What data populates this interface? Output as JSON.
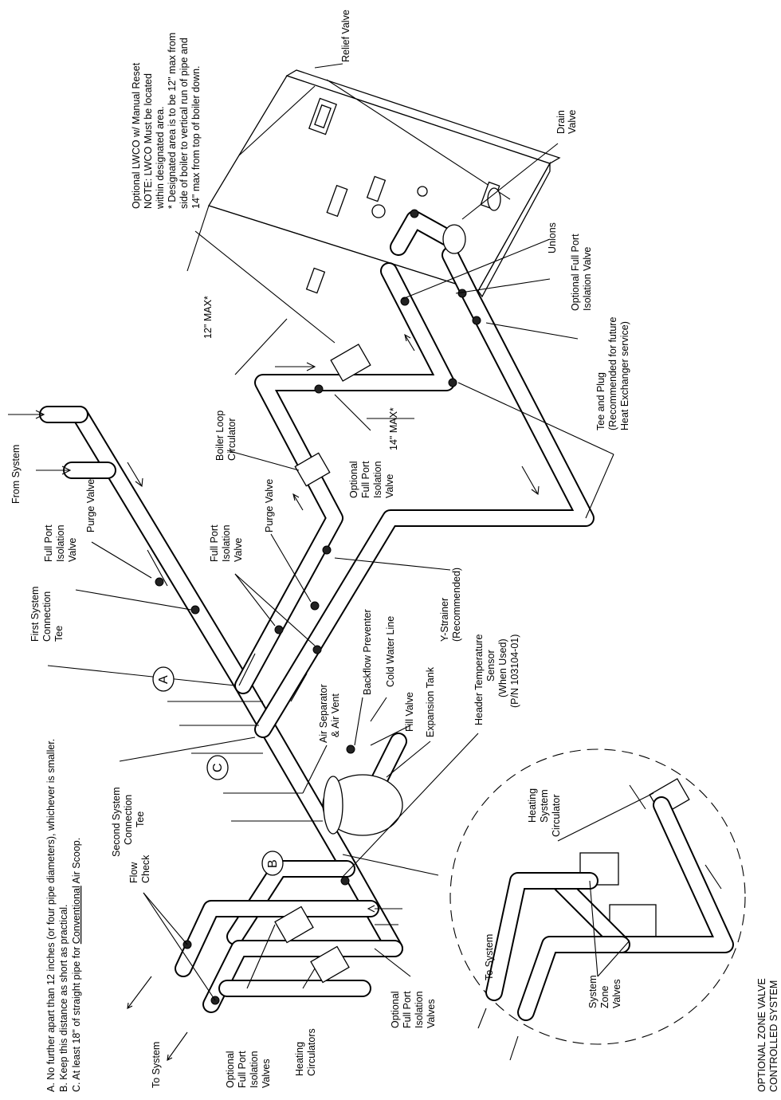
{
  "notes": {
    "a": "A. No further apart than 12 inches (or four pipe diameters), whichever is smaller.",
    "b": "B. Keep this distance as short as practical.",
    "c_prefix": "C. At least 18\" of straight pipe for ",
    "c_underlined": "Conventional",
    "c_suffix": " Air Scoop."
  },
  "markers": {
    "a": "A",
    "b": "B",
    "c": "C"
  },
  "labels": {
    "relief_valve": "Relief Valve",
    "lwco": [
      "Optional LWCO w/ Manual Reset",
      "NOTE: LWCO Must be located",
      "within designated area.",
      "* Designated area is to be 12\" max from",
      "side of boiler to vertical run of pipe and",
      "14\" max from top of boiler down."
    ],
    "drain_valve": [
      "Drain",
      "Valve"
    ],
    "unions": "Unions",
    "optional_full_port_isolation_valve_right": [
      "Optional Full Port",
      "Isolation Valve"
    ],
    "tee_and_plug": [
      "Tee and Plug",
      "(Recommended for future",
      "Heat Exchanger service)"
    ],
    "twelve_max": "12\" MAX*",
    "fourteen_max": "14\" MAX*",
    "boiler_loop_circulator": [
      "Boiler Loop",
      "Circulator"
    ],
    "optional_full_port_isolation_valve_mid": [
      "Optional",
      "Full Port",
      "Isolation",
      "Valve"
    ],
    "from_system": "From System",
    "purge_valve_top": "Purge Valve",
    "full_port_isolation_valve_top": [
      "Full Port",
      "Isolation",
      "Valve"
    ],
    "purge_valve_mid": "Purge Valve",
    "full_port_isolation_valve_mid": [
      "Full Port",
      "Isolation",
      "Valve"
    ],
    "first_system_connection_tee": [
      "First System",
      "Connection",
      "Tee"
    ],
    "y_strainer": [
      "Y-Strainer",
      "(Recommended)"
    ],
    "cold_water_line": "Cold Water Line",
    "backflow_preventer": "Backflow Preventer",
    "header_temperature_sensor": [
      "Header Temperature",
      "Sensor",
      "(When Used)",
      "(P/N 103104-01)"
    ],
    "expansion_tank": "Expansion Tank",
    "fill_valve": "Fill Valve",
    "air_separator": [
      "Air Separator",
      "& Air Vent"
    ],
    "second_system_connection_tee": [
      "Second System",
      "Connection",
      "Tee"
    ],
    "flow_check": [
      "Flow",
      "Check"
    ],
    "to_system_left": "To System",
    "optional_full_port_isolation_valves_left": [
      "Optional",
      "Full Port",
      "Isolation",
      "Valves"
    ],
    "heating_circulators": [
      "Heating",
      "Circulators"
    ],
    "optional_full_port_isolation_valves_right": [
      "Optional",
      "Full Port",
      "Isolation",
      "Valves"
    ],
    "heating_system_circulator": [
      "Heating",
      "System",
      "Circulator"
    ],
    "to_system_right": "To System",
    "system_zone_valves": [
      "System",
      "Zone",
      "Valves"
    ],
    "optional_zone_valve": [
      "OPTIONAL ZONE VALVE",
      "CONTROLLED SYSTEM"
    ]
  }
}
